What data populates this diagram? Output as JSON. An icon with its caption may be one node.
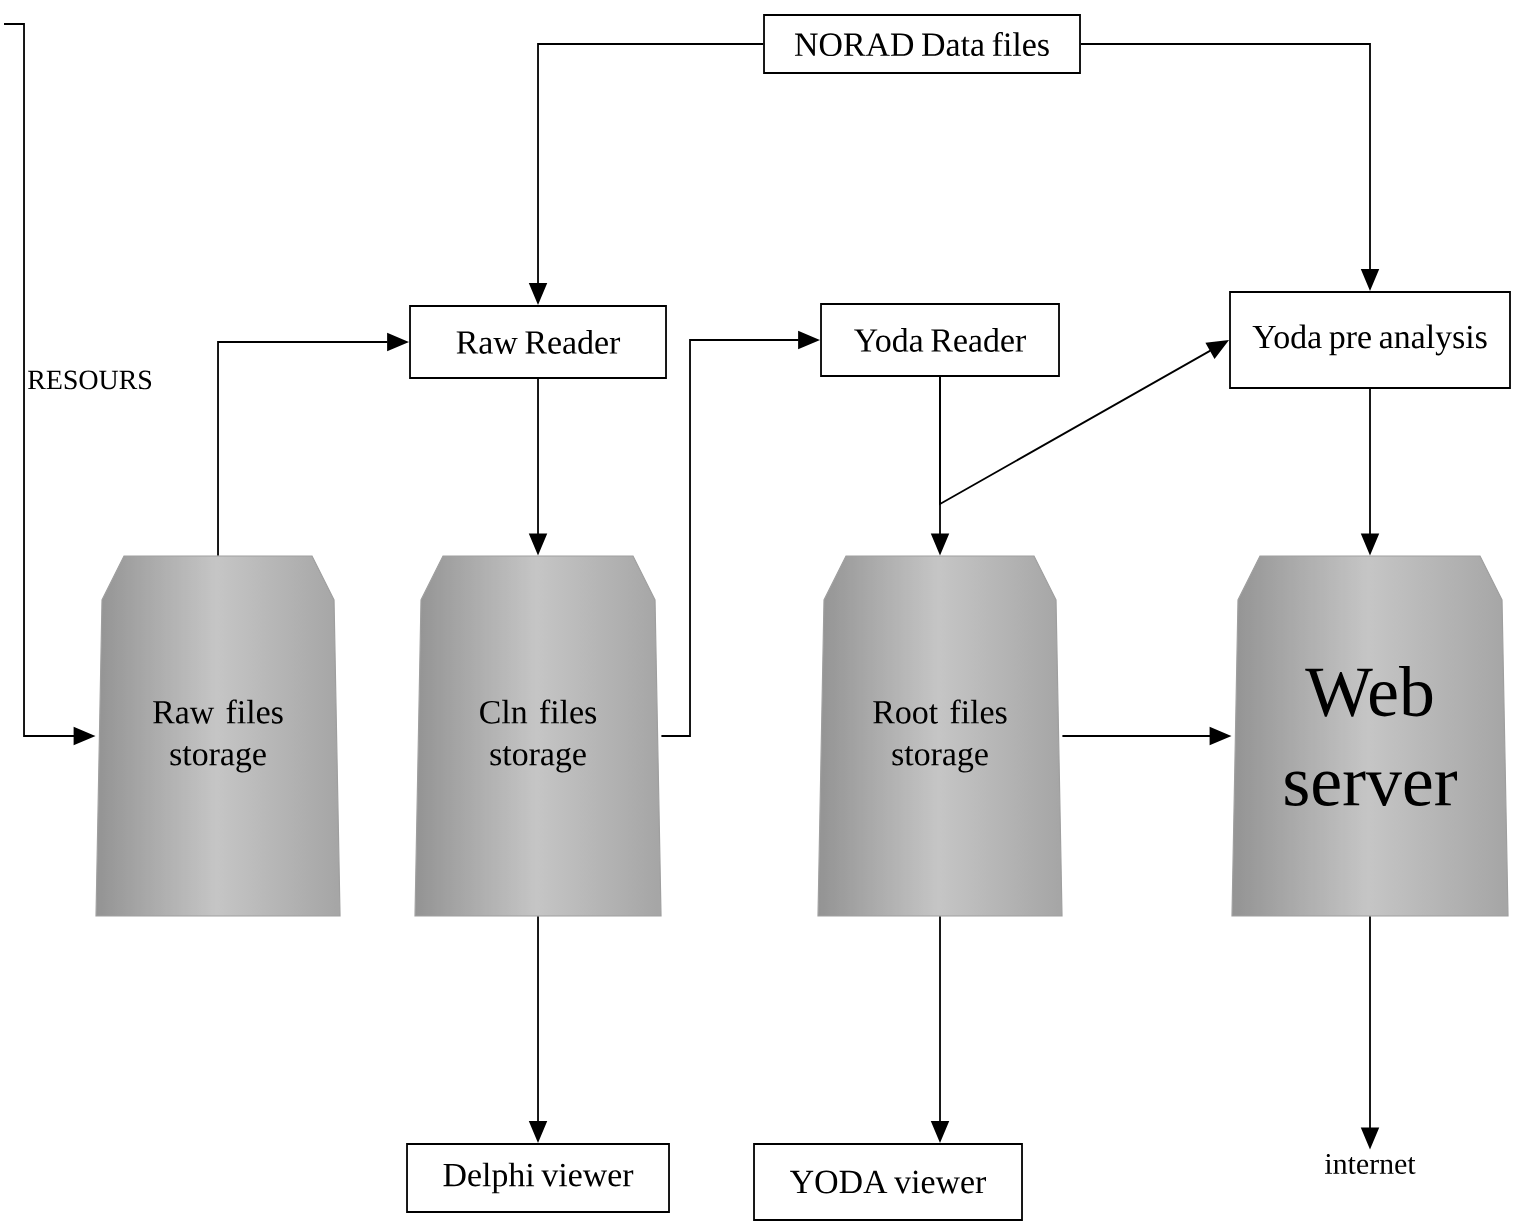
{
  "diagram": {
    "nodes": [
      {
        "text": [
          "NORAD Data files"
        ]
      },
      {
        "text": [
          "Raw Reader"
        ]
      },
      {
        "text": [
          "Yoda Reader"
        ]
      },
      {
        "text": [
          "Yoda pre analysis"
        ]
      },
      {
        "text": [
          "Raw files storage"
        ]
      },
      {
        "text": [
          "Cln files storage"
        ]
      },
      {
        "text": [
          "Root files storage"
        ]
      },
      {
        "text": [
          "Web server"
        ]
      },
      {
        "text": [
          "Delphi viewer"
        ]
      },
      {
        "text": [
          "YODA viewer"
        ]
      },
      {
        "text": [
          "internet"
        ]
      }
    ],
    "edges": [
      {
        "from": null,
        "to": 4,
        "arrow": "to",
        "label": "RESOURS"
      },
      {
        "from": 0,
        "to": 1,
        "arrow": "to"
      },
      {
        "from": 0,
        "to": 3,
        "arrow": "to"
      },
      {
        "from": 4,
        "to": 1,
        "arrow": "to"
      },
      {
        "from": 1,
        "to": 5,
        "arrow": "to"
      },
      {
        "from": 5,
        "to": 2,
        "arrow": "to"
      },
      {
        "from": 2,
        "to": 6,
        "arrow": "to"
      },
      {
        "from": 2,
        "to": 3,
        "arrow": "to"
      },
      {
        "from": 3,
        "to": 7,
        "arrow": "to"
      },
      {
        "from": 6,
        "to": 7,
        "arrow": "to"
      },
      {
        "from": 5,
        "to": 8,
        "arrow": "to"
      },
      {
        "from": 6,
        "to": 9,
        "arrow": "to"
      },
      {
        "from": 7,
        "to": 10,
        "arrow": "to"
      }
    ]
  }
}
